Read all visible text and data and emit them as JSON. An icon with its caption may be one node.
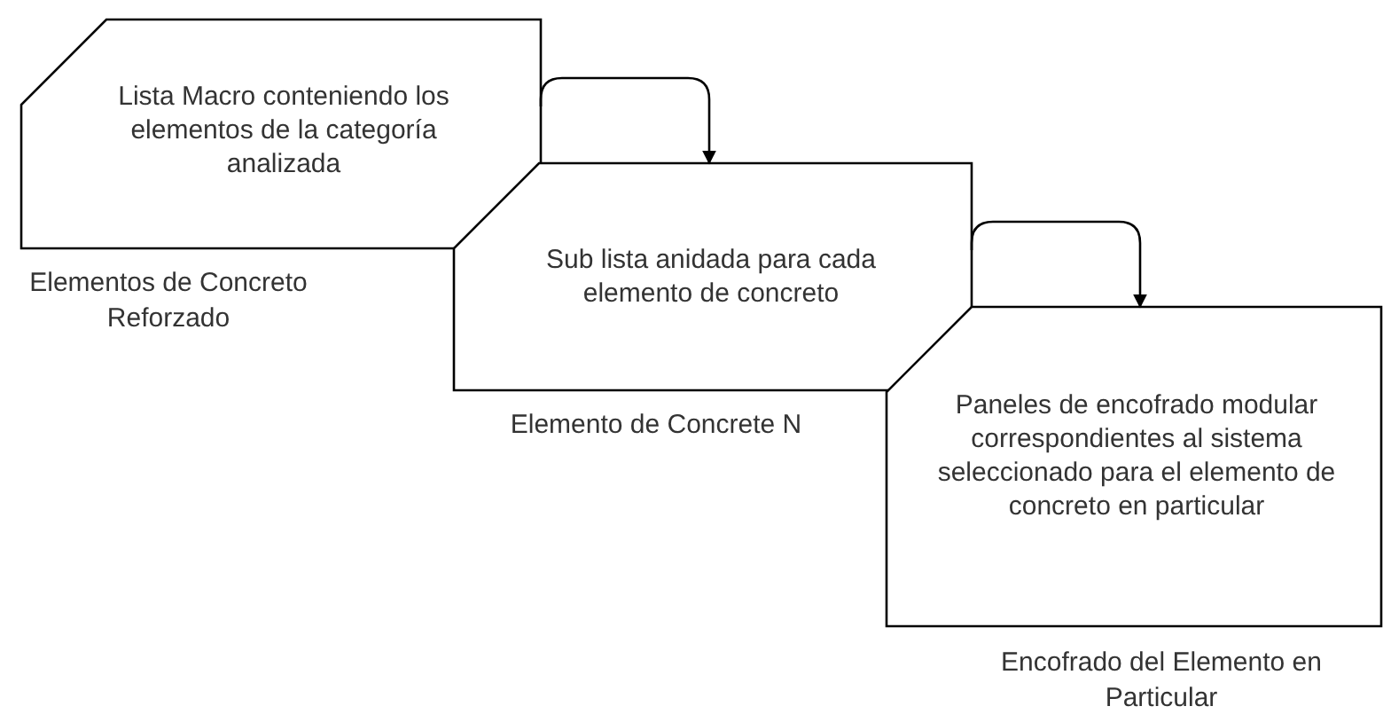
{
  "diagram": {
    "nodes": [
      {
        "text": [
          "Lista Macro conteniendo los elementos de la categoría analizada"
        ],
        "beside": [
          "Elementos de Concreto Reforzado"
        ]
      },
      {
        "text": [
          "Sub lista anidada para cada elemento de concreto"
        ],
        "beside": [
          "Elemento de Concrete N"
        ]
      },
      {
        "text": [
          "Paneles de encofrado modular correspondientes al sistema seleccionado para el elemento de concreto en particular"
        ],
        "beside": [
          "Encofrado del Elemento en Particular"
        ]
      }
    ],
    "edges": [
      {
        "from": 0,
        "to": 1,
        "arrow": "to"
      },
      {
        "from": 1,
        "to": 2,
        "arrow": "to"
      }
    ]
  }
}
